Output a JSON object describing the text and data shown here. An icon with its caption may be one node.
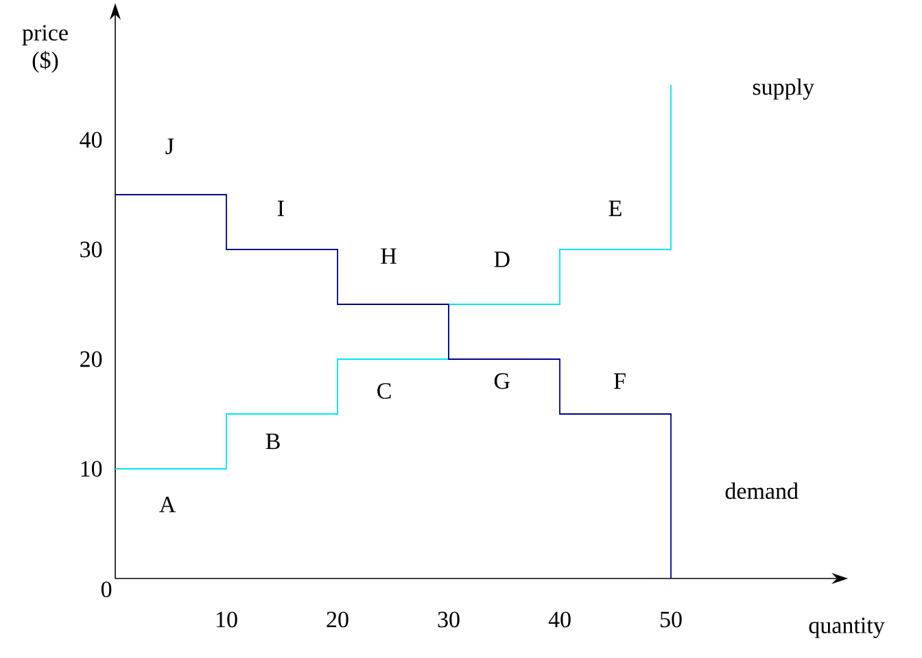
{
  "diagram": {
    "chart_data": {
      "type": "line",
      "xlabel": "quantity",
      "ylabel": "price ($)",
      "x": [
        0,
        10,
        10,
        20,
        20,
        30,
        30,
        40,
        40,
        50,
        50
      ],
      "series": [
        {
          "name": "supply",
          "color": "#00e5ee",
          "values": [
            10,
            10,
            15,
            15,
            20,
            20,
            25,
            25,
            30,
            30,
            45
          ]
        },
        {
          "name": "demand",
          "color": "#00008b",
          "values": [
            35,
            35,
            30,
            30,
            25,
            25,
            20,
            20,
            15,
            15,
            0
          ]
        }
      ],
      "xlim": [
        0,
        65
      ],
      "ylim": [
        0,
        51.5
      ],
      "xticks": [
        {
          "value": 10,
          "label": "10"
        },
        {
          "value": 20,
          "label": "20"
        },
        {
          "value": 30,
          "label": "30"
        },
        {
          "value": 40,
          "label": "40"
        },
        {
          "value": 50,
          "label": "50"
        }
      ],
      "yticks": [
        {
          "value": 10,
          "label": "10"
        },
        {
          "value": 20,
          "label": "20"
        },
        {
          "value": 30,
          "label": "30"
        },
        {
          "value": 40,
          "label": "40"
        }
      ],
      "annotations": [
        "J",
        "I",
        "H",
        "D",
        "E",
        "C",
        "G",
        "F",
        "B",
        "A"
      ]
    },
    "labels": [
      "0"
    ]
  }
}
